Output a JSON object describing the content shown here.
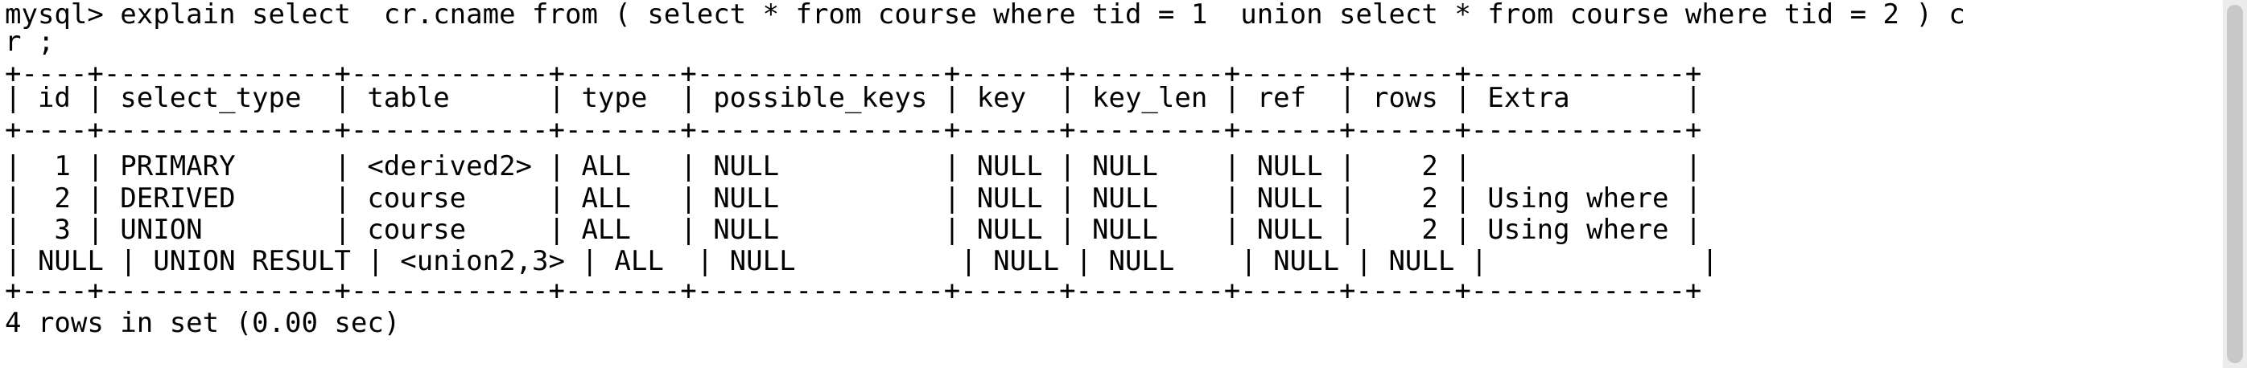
{
  "terminal": {
    "command_line_1": "mysql> explain select  cr.cname from ( select * from course where tid = 1  union select * from course where tid = 2 ) c",
    "command_line_2": "r ;",
    "border_top": "+----+--------------+------------+-------+---------------+------+---------+------+------+-------------+",
    "header_row": "| id | select_type  | table      | type  | possible_keys | key  | key_len | ref  | rows | Extra       |",
    "border_mid": "+----+--------------+------------+-------+---------------+------+---------+------+------+-------------+",
    "row_1": "|  1 | PRIMARY      | <derived2> | ALL   | NULL          | NULL | NULL    | NULL |    2 |             |",
    "row_2": "|  2 | DERIVED      | course     | ALL   | NULL          | NULL | NULL    | NULL |    2 | Using where |",
    "row_3": "|  3 | UNION        | course     | ALL   | NULL          | NULL | NULL    | NULL |    2 | Using where |",
    "row_4": "| NULL | UNION RESULT | <union2,3> | ALL  | NULL          | NULL | NULL    | NULL | NULL |             |",
    "border_bottom": "+----+--------------+------------+-------+---------------+------+---------+------+------+-------------+",
    "result_summary": "4 rows in set (0.00 sec)"
  }
}
